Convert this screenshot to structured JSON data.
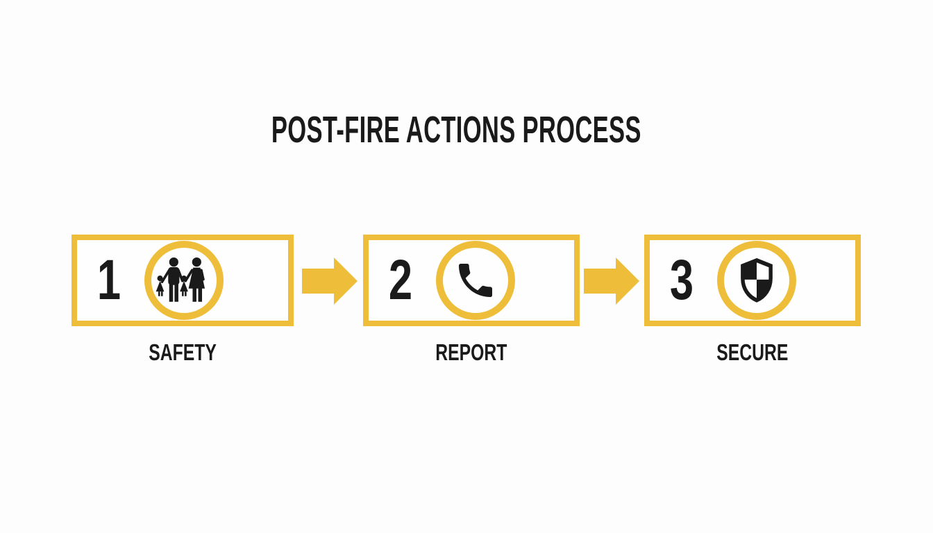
{
  "title": "POST-FIRE ACTIONS PROCESS",
  "colors": {
    "accent": "#EEBE3A",
    "ink": "#1A1A1A",
    "background": "#FDFDFD",
    "box_fill": "#FEFEFE"
  },
  "steps": [
    {
      "number": "1",
      "label": "SAFETY",
      "icon": "family-icon"
    },
    {
      "number": "2",
      "label": "REPORT",
      "icon": "phone-handset-icon"
    },
    {
      "number": "3",
      "label": "SECURE",
      "icon": "checkered-shield-icon"
    }
  ],
  "connectors": [
    {
      "type": "arrow-right"
    },
    {
      "type": "arrow-right"
    }
  ]
}
